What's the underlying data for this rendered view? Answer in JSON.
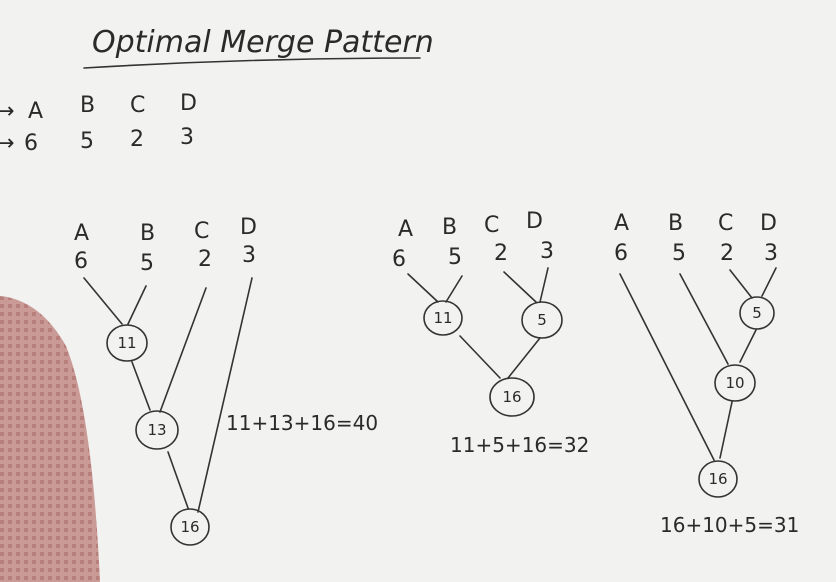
{
  "title": "Optimal Merge Pattern",
  "files": [
    "A",
    "B",
    "C",
    "D"
  ],
  "sizes": [
    "6",
    "5",
    "2",
    "3"
  ],
  "trees": [
    {
      "labels": [
        "A",
        "B",
        "C",
        "D"
      ],
      "sizes": [
        "6",
        "5",
        "2",
        "3"
      ],
      "nodes": [
        "11",
        "13",
        "16"
      ],
      "sum": "11+13+16=40"
    },
    {
      "labels": [
        "A",
        "B",
        "C",
        "D"
      ],
      "sizes": [
        "6",
        "5",
        "2",
        "3"
      ],
      "nodes": [
        "11",
        "5",
        "16"
      ],
      "sum": "11+5+16=32"
    },
    {
      "labels": [
        "A",
        "B",
        "C",
        "D"
      ],
      "sizes": [
        "6",
        "5",
        "2",
        "3"
      ],
      "nodes": [
        "5",
        "10",
        "16"
      ],
      "sum": "16+10+5=31"
    }
  ],
  "colors": {
    "board": "#f2f2f0",
    "ink": "#333333",
    "shirt": "#c99a96"
  }
}
